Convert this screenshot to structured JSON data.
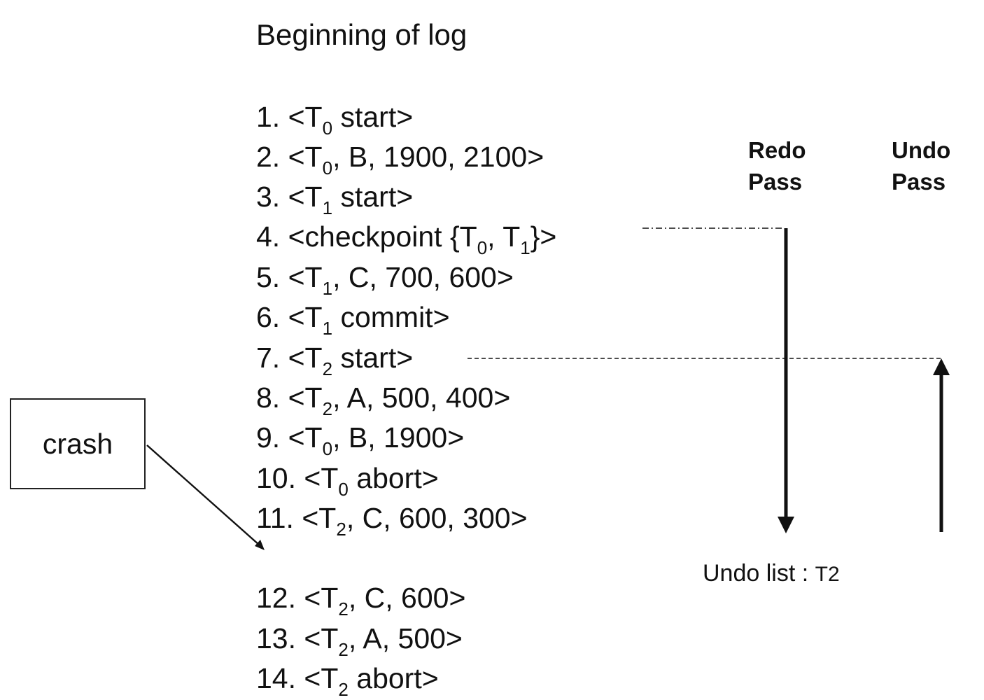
{
  "title": "Beginning of log",
  "log_entries": [
    {
      "num": "1.",
      "parts": [
        {
          "t": "<T"
        },
        {
          "s": "0"
        },
        {
          "t": " start>"
        }
      ]
    },
    {
      "num": "2.",
      "parts": [
        {
          "t": "<T"
        },
        {
          "s": "0"
        },
        {
          "t": ", B, 1900, 2100>"
        }
      ]
    },
    {
      "num": "3.",
      "parts": [
        {
          "t": "<T"
        },
        {
          "s": "1"
        },
        {
          "t": " start>"
        }
      ]
    },
    {
      "num": "4.",
      "parts": [
        {
          "t": "<checkpoint {T"
        },
        {
          "s": "0"
        },
        {
          "t": ", T"
        },
        {
          "s": "1"
        },
        {
          "t": "}>"
        }
      ]
    },
    {
      "num": "5.",
      "parts": [
        {
          "t": "<T"
        },
        {
          "s": "1"
        },
        {
          "t": ", C, 700, 600>"
        }
      ]
    },
    {
      "num": "6.",
      "parts": [
        {
          "t": "<T"
        },
        {
          "s": "1"
        },
        {
          "t": " commit>"
        }
      ]
    },
    {
      "num": "7.",
      "parts": [
        {
          "t": "<T"
        },
        {
          "s": "2"
        },
        {
          "t": "  start>"
        }
      ]
    },
    {
      "num": "8.",
      "parts": [
        {
          "t": "<T"
        },
        {
          "s": "2"
        },
        {
          "t": ",  A, 500, 400>"
        }
      ]
    },
    {
      "num": "9.",
      "parts": [
        {
          "t": "<T"
        },
        {
          "s": "0"
        },
        {
          "t": ",  B, 1900>"
        }
      ]
    },
    {
      "num": "10.",
      "parts": [
        {
          "t": "<T"
        },
        {
          "s": "0"
        },
        {
          "t": "  abort>"
        }
      ]
    },
    {
      "num": "11.",
      "parts": [
        {
          "t": "<T"
        },
        {
          "s": "2"
        },
        {
          "t": ", C, 600, 300>"
        }
      ]
    },
    {
      "num": "12.",
      "parts": [
        {
          "t": "<T"
        },
        {
          "s": "2"
        },
        {
          "t": ", C, 600>"
        }
      ]
    },
    {
      "num": "13.",
      "parts": [
        {
          "t": "<T"
        },
        {
          "s": "2"
        },
        {
          "t": ",  A, 500>"
        }
      ]
    },
    {
      "num": "14.",
      "parts": [
        {
          "t": "<T"
        },
        {
          "s": "2"
        },
        {
          "t": "  abort>"
        }
      ]
    }
  ],
  "redo_pass": {
    "line1": "Redo",
    "line2": "Pass"
  },
  "undo_pass": {
    "line1": "Undo",
    "line2": "Pass"
  },
  "crash_label": "crash",
  "undo_list": {
    "label": "Undo list : ",
    "value": "T2"
  },
  "colors": {
    "ink": "#111111",
    "background": "#ffffff"
  }
}
